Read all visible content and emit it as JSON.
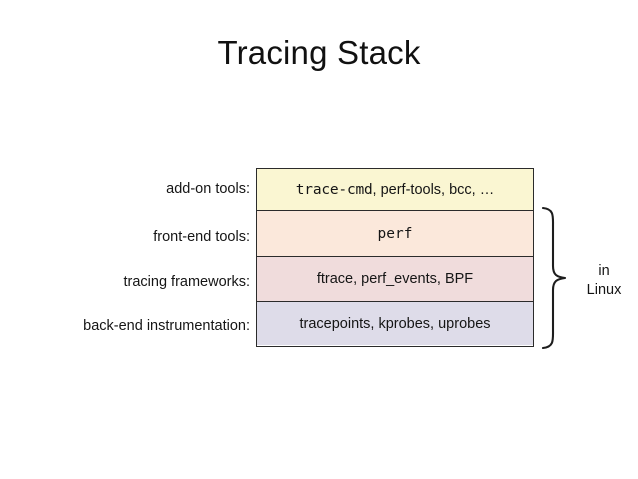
{
  "slide": {
    "title": "Tracing Stack",
    "background_color": "#ffffff"
  },
  "diagram": {
    "type": "layered-stack",
    "border_color": "#2b2b2b",
    "rows": [
      {
        "label": "add-on tools:",
        "content_mono": "trace-cmd",
        "content_rest": ", perf-tools, bcc, …",
        "content_full": "trace-cmd, perf-tools, bcc, …",
        "fill": "#faf6d2"
      },
      {
        "label": "front-end tools:",
        "content_mono": "perf",
        "content_rest": "",
        "content_full": "perf",
        "fill": "#fbe8db"
      },
      {
        "label": "tracing frameworks:",
        "content_mono": "",
        "content_rest": "",
        "content_full": "ftrace, perf_events, BPF",
        "fill": "#f0dcdc"
      },
      {
        "label": "back-end instrumentation:",
        "content_mono": "",
        "content_rest": "",
        "content_full": "tracepoints, kprobes, uprobes",
        "fill": "#dedce9"
      }
    ]
  },
  "annotation": {
    "brace_icon": "curly-brace-right",
    "line1": "in",
    "line2": "Linux",
    "spans_rows": [
      "front-end tools:",
      "tracing frameworks:",
      "back-end instrumentation:"
    ]
  }
}
